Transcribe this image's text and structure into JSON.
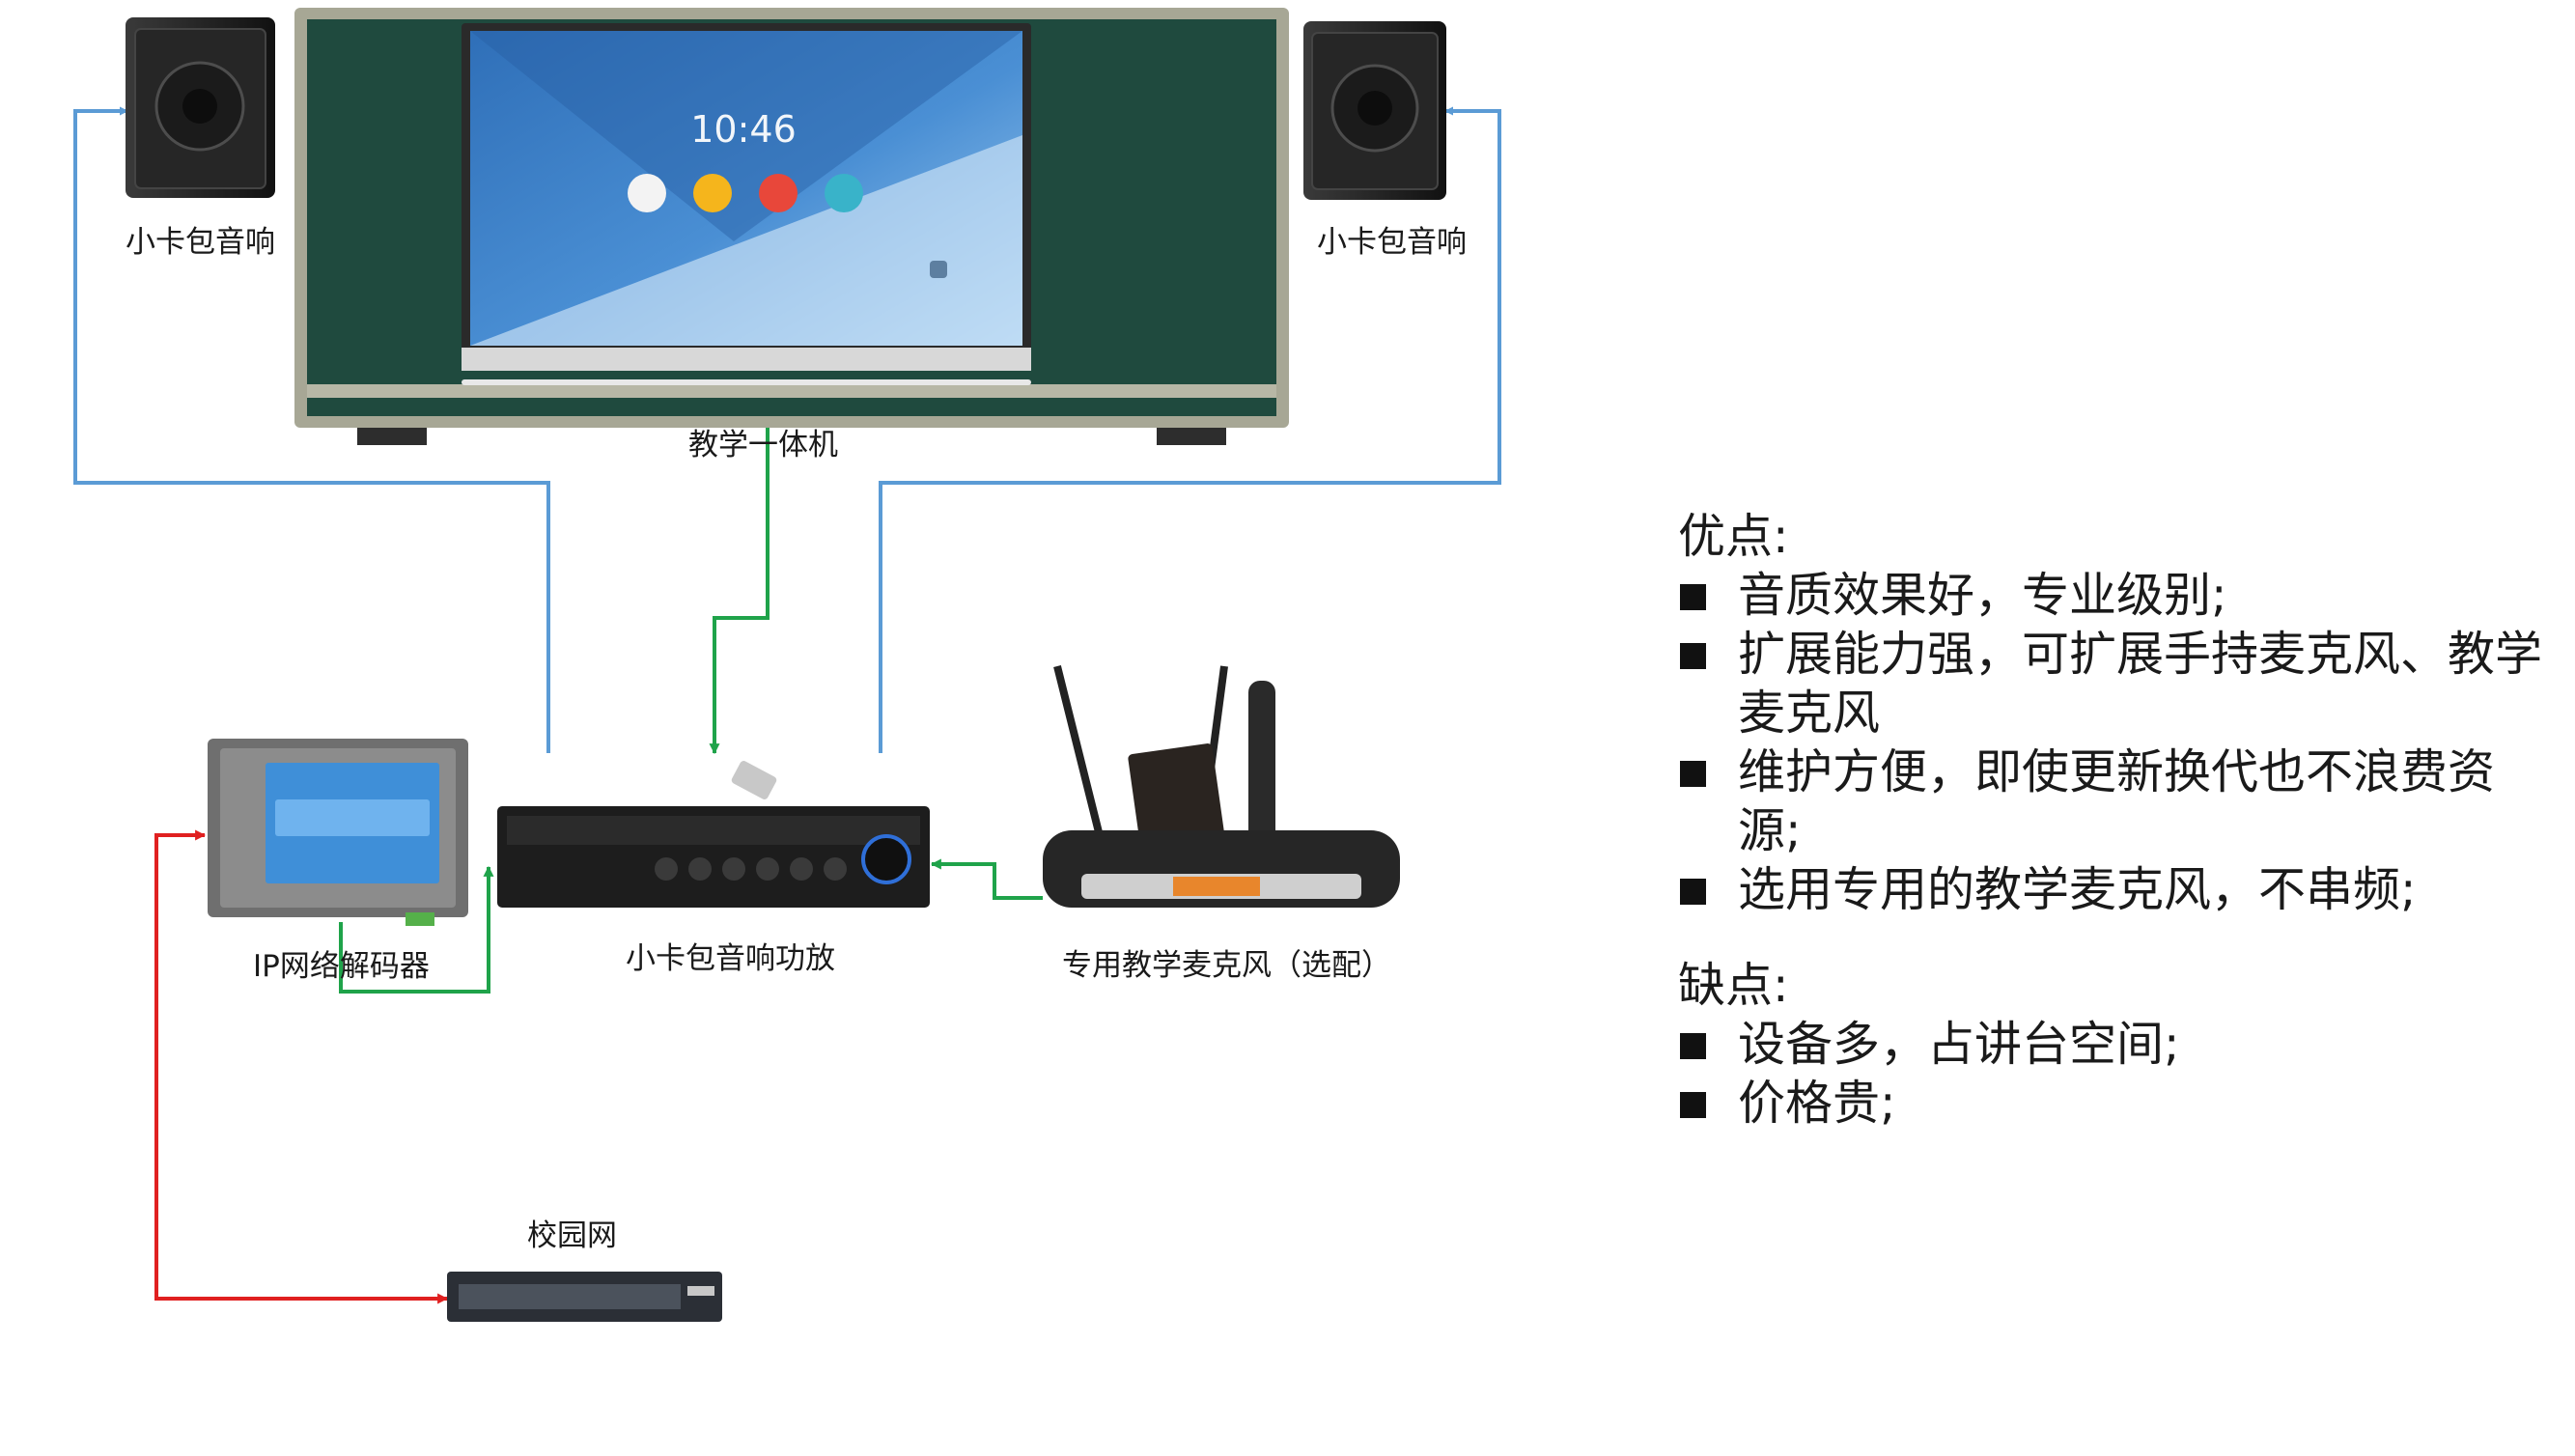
{
  "labels": {
    "speaker_left": "小卡包音响",
    "speaker_right": "小卡包音响",
    "teaching_board": "教学一体机",
    "decoder": "IP网络解码器",
    "amplifier": "小卡包音响功放",
    "microphone": "专用教学麦克风（选配）",
    "campus_network": "校园网"
  },
  "screen": {
    "time": "10:46"
  },
  "pros": {
    "title": "优点:",
    "items": [
      "音质效果好，专业级别;",
      "扩展能力强，可扩展手持麦克风、教学麦克风",
      "维护方便，即使更新换代也不浪费资源;",
      "选用专用的教学麦克风，不串频;"
    ]
  },
  "cons": {
    "title": "缺点:",
    "items": [
      "设备多，占讲台空间;",
      "价格贵;"
    ]
  },
  "colors": {
    "audio_line": "#5b9bd5",
    "signal_line": "#1fa34a",
    "network_line": "#e02020",
    "board_frame": "#9a9a88",
    "board_green": "#1f4a3e",
    "screen_blue": "#3a7fc6"
  }
}
